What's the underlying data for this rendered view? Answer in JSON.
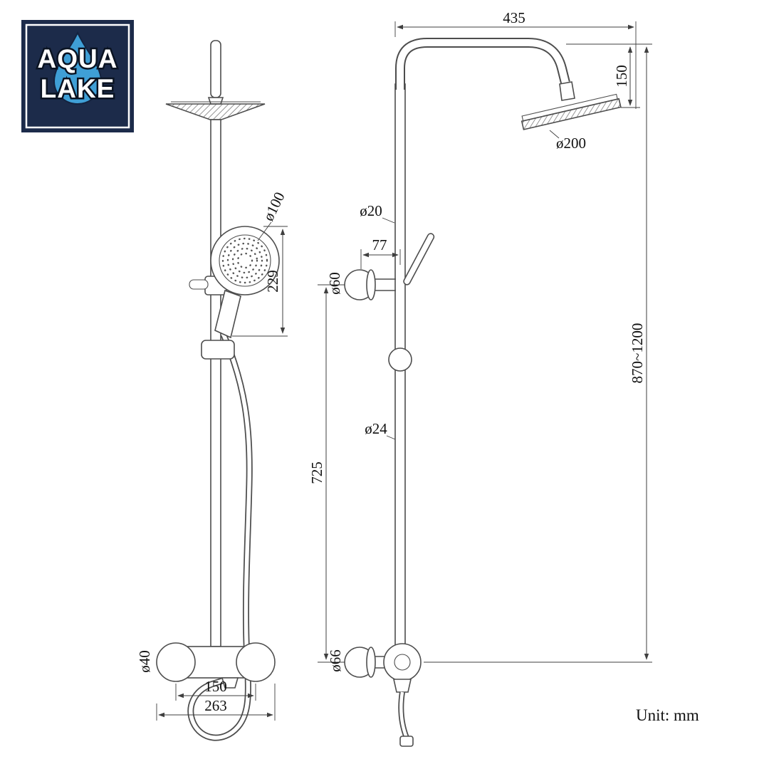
{
  "logo": {
    "line1": "AQUA",
    "line2": "LAKE",
    "bg_color": "#1c2b4a",
    "drop_color": "#3f9fd6"
  },
  "unit_label": "Unit: mm",
  "dims": {
    "top_width": "435",
    "head_height": "150",
    "head_diameter": "ø200",
    "upper_pipe_diameter": "ø20",
    "bracket_offset": "77",
    "bracket_flange_diameter": "ø60",
    "hand_shower_diameter": "ø100",
    "hand_shower_length": "229",
    "lower_pipe_diameter": "ø24",
    "bracket_to_valve": "725",
    "overall_height": "870~1200",
    "valve_body_diameter": "ø40",
    "valve_center_distance": "150",
    "valve_overall_width": "263",
    "valve_flange_diameter": "ø66"
  }
}
